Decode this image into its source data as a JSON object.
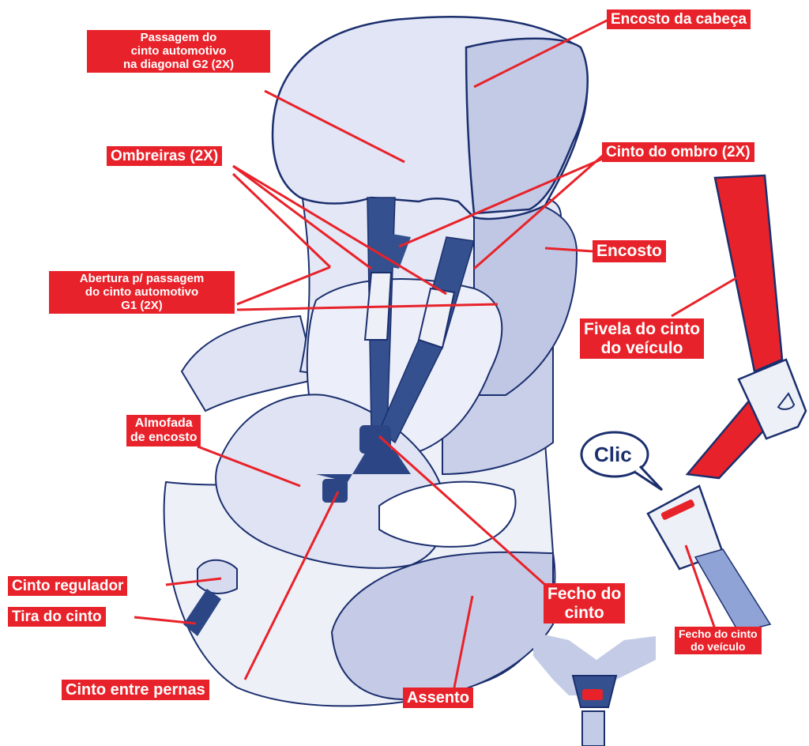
{
  "labels": {
    "encosto_cabeca": "Encosto da cabeça",
    "passagem_g2": [
      "Passagem do",
      "cinto automotivo",
      "na diagonal G2 (2X)"
    ],
    "ombreiras": "Ombreiras (2X)",
    "cinto_ombro": "Cinto do ombro (2X)",
    "encosto": "Encosto",
    "abertura_g1": [
      "Abertura p/ passagem",
      "do cinto automotivo",
      "G1 (2X)"
    ],
    "fivela_veiculo": [
      "Fivela do cinto",
      "do veículo"
    ],
    "almofada": [
      "Almofada",
      "de encosto"
    ],
    "cinto_regulador": "Cinto regulador",
    "tira_cinto": "Tira do cinto",
    "fecho_cinto": [
      "Fecho do",
      "cinto"
    ],
    "fecho_veiculo": [
      "Fecho do cinto",
      "do veículo"
    ],
    "cinto_pernas": "Cinto entre pernas",
    "assento": "Assento"
  },
  "bubble": {
    "text": "Clic"
  },
  "colors": {
    "label_bg": "#e8222a",
    "seat_light": "#dfe3f3",
    "seat_mid": "#b8c0df",
    "outline": "#1b2f6e",
    "strap": "#34508f",
    "leader": "#e8222a"
  }
}
